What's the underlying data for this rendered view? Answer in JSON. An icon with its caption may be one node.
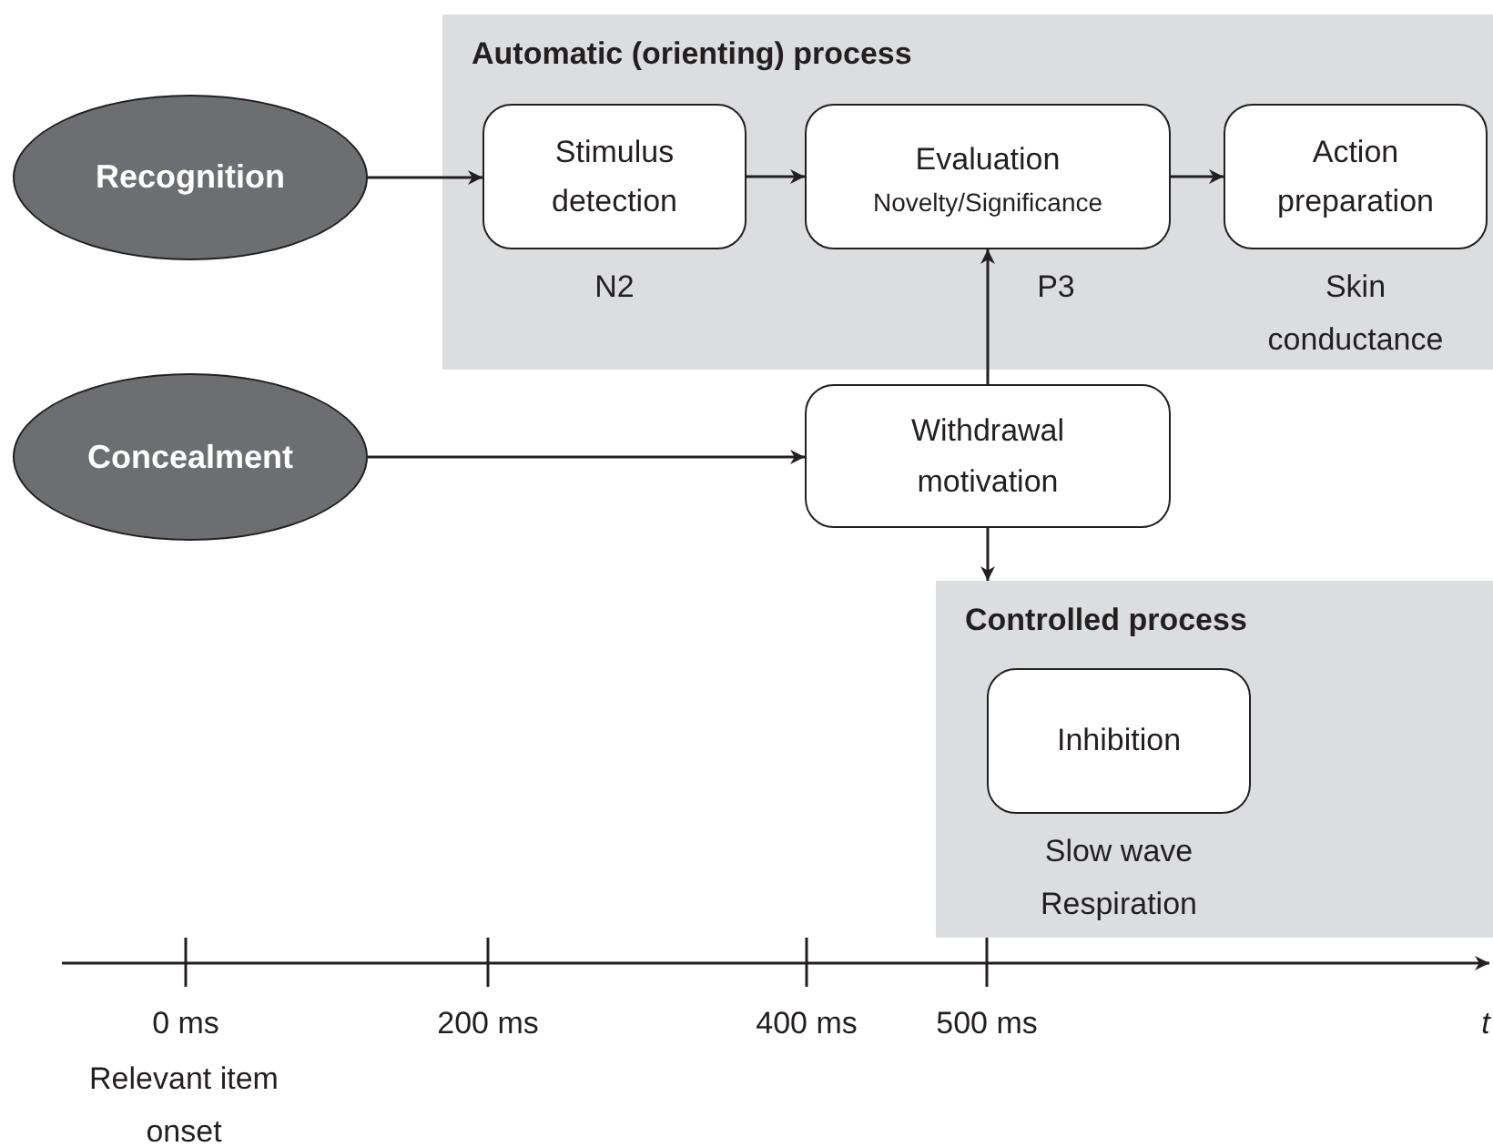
{
  "diagram": {
    "nodes": [
      {
        "text": [
          "Automatic (orienting) process"
        ]
      },
      {
        "text": [
          "Recognition"
        ]
      },
      {
        "text": [
          "Stimulus detection"
        ],
        "in": 0,
        "beside": [
          "N2"
        ]
      },
      {
        "text": [
          "Evaluation",
          "Novelty/Significance"
        ],
        "in": 0,
        "beside": [
          "P3"
        ]
      },
      {
        "text": [
          "Action preparation"
        ],
        "in": 0,
        "beside": [
          "Skin conductance"
        ]
      },
      {
        "text": [
          "Concealment"
        ]
      },
      {
        "text": [
          "Withdrawal motivation"
        ]
      },
      {
        "text": [
          "Controlled process"
        ]
      },
      {
        "text": [
          "Inhibition"
        ],
        "in": 7,
        "beside": [
          "Slow wave",
          "Respiration"
        ]
      }
    ],
    "edges": [
      {
        "from": 1,
        "to": 2,
        "arrow": "to"
      },
      {
        "from": 2,
        "to": 3,
        "arrow": "to"
      },
      {
        "from": 3,
        "to": 4,
        "arrow": "to"
      },
      {
        "from": 5,
        "to": 6,
        "arrow": "to"
      },
      {
        "from": 6,
        "to": 3,
        "arrow": "to"
      },
      {
        "from": 6,
        "to": 7,
        "arrow": "to"
      }
    ],
    "labels": [
      "0 ms",
      "200 ms",
      "400 ms",
      "500 ms",
      "t",
      "Relevant item onset"
    ]
  }
}
